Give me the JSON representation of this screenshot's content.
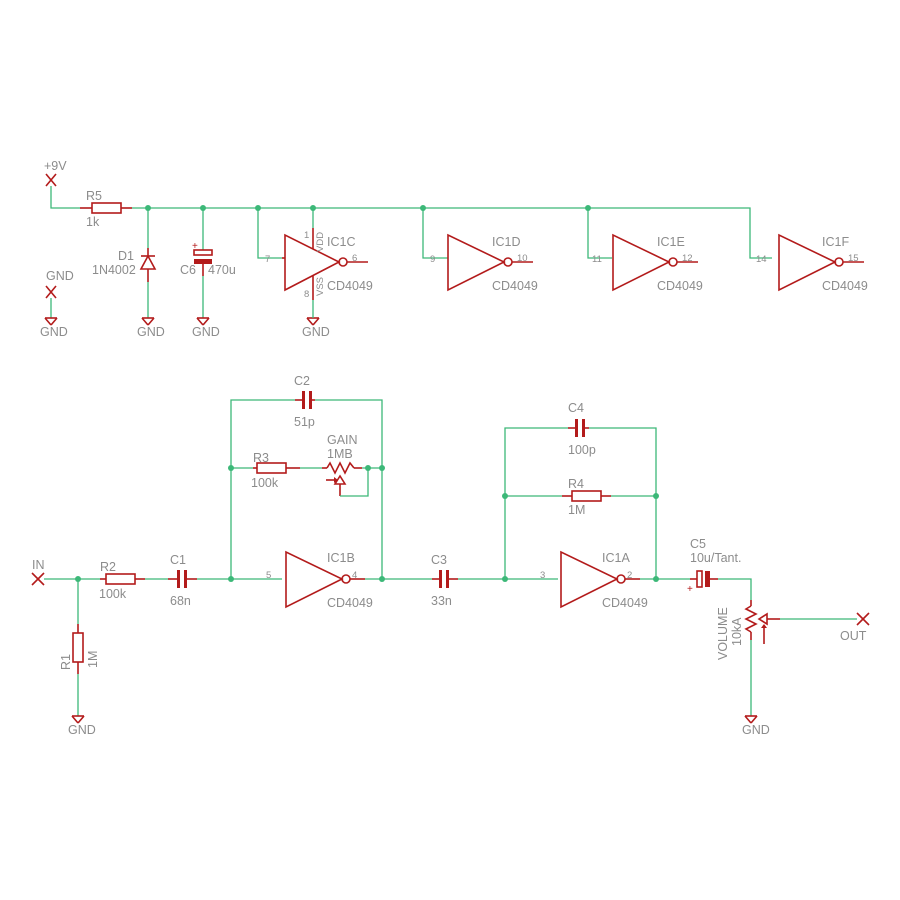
{
  "supply": {
    "vplus_label": "+9V",
    "gnd_label": "GND"
  },
  "parts": {
    "R5": {
      "ref": "R5",
      "value": "1k"
    },
    "D1": {
      "ref": "D1",
      "value": "1N4002"
    },
    "C6": {
      "ref": "C6",
      "value": "470u"
    },
    "R2": {
      "ref": "R2",
      "value": "100k"
    },
    "R1": {
      "ref": "R1",
      "value": "1M"
    },
    "C1": {
      "ref": "C1",
      "value": "68n"
    },
    "C2": {
      "ref": "C2",
      "value": "51p"
    },
    "R3": {
      "ref": "R3",
      "value": "100k"
    },
    "GAIN": {
      "ref": "GAIN",
      "value": "1MB"
    },
    "C3": {
      "ref": "C3",
      "value": "33n"
    },
    "C4": {
      "ref": "C4",
      "value": "100p"
    },
    "R4": {
      "ref": "R4",
      "value": "1M"
    },
    "C5": {
      "ref": "C5",
      "value": "10u/Tant."
    },
    "VOLUME": {
      "ref": "VOLUME",
      "value": "10kA"
    }
  },
  "inverters": {
    "IC1A": {
      "ref": "IC1A",
      "value": "CD4049",
      "pin_in": "3",
      "pin_out": "2"
    },
    "IC1B": {
      "ref": "IC1B",
      "value": "CD4049",
      "pin_in": "5",
      "pin_out": "4"
    },
    "IC1C": {
      "ref": "IC1C",
      "value": "CD4049",
      "pin_in": "7",
      "pin_out": "6",
      "pin_vdd": "1",
      "pin_vss": "8",
      "vdd_label": "VDD",
      "vss_label": "VSS"
    },
    "IC1D": {
      "ref": "IC1D",
      "value": "CD4049",
      "pin_in": "9",
      "pin_out": "10"
    },
    "IC1E": {
      "ref": "IC1E",
      "value": "CD4049",
      "pin_in": "11",
      "pin_out": "12"
    },
    "IC1F": {
      "ref": "IC1F",
      "value": "CD4049",
      "pin_in": "14",
      "pin_out": "15"
    }
  },
  "ports": {
    "in_label": "IN",
    "out_label": "OUT"
  },
  "colors": {
    "wire": "#3cb878",
    "component": "#b31b1b",
    "text": "#8c8c8c",
    "background": "#ffffff"
  }
}
